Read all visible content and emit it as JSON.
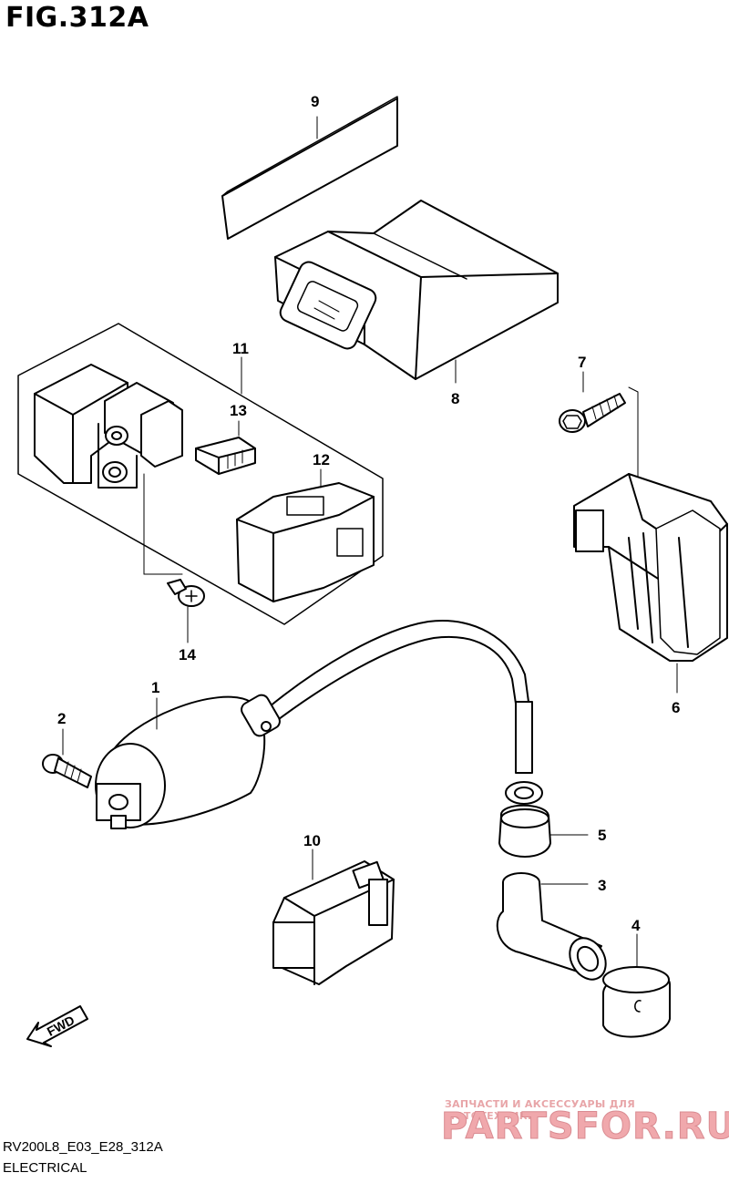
{
  "figure": {
    "title": "FIG.312A",
    "code": "RV200L8_E03_E28_312A",
    "section": "ELECTRICAL"
  },
  "callouts": {
    "c1": "1",
    "c2": "2",
    "c3": "3",
    "c4": "4",
    "c5": "5",
    "c6": "6",
    "c7": "7",
    "c8": "8",
    "c9": "9",
    "c10": "10",
    "c11": "11",
    "c12": "12",
    "c13": "13",
    "c14": "14"
  },
  "direction_arrow": {
    "label": "FWD",
    "icon": "forward-arrow-icon"
  },
  "watermark": {
    "tagline": "ЗАПЧАСТИ И АКСЕССУАРЫ ДЛЯ МОТОТЕХНИКИ",
    "brand": "PARTSFOR.RU"
  },
  "colors": {
    "line": "#000000",
    "watermark": "#e8a5a8"
  }
}
